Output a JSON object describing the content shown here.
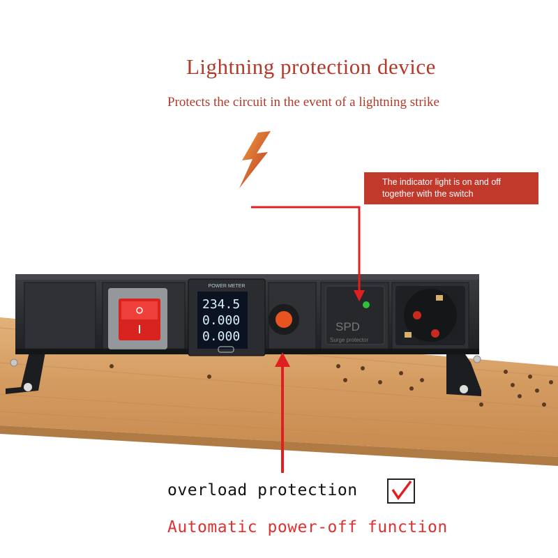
{
  "header": {
    "title": "Lightning protection device",
    "subtitle": "Protects the circuit in the event of a lightning strike"
  },
  "callout": {
    "indicator_line1": "The indicator light is on and off",
    "indicator_line2": "together with the switch"
  },
  "device": {
    "meter_title": "POWER METER",
    "meter_readings": [
      "234.5",
      "0.000",
      "0.000"
    ],
    "spd_label": "SPD",
    "spd_sublabel": "Surge protector"
  },
  "footer": {
    "overload_text": "overload protection",
    "auto_text": "Automatic power-off function"
  },
  "colors": {
    "title_red": "#b23a2a",
    "arrow_red": "#e02020",
    "wood": "#d7a067",
    "panel": "#2b2d31"
  }
}
